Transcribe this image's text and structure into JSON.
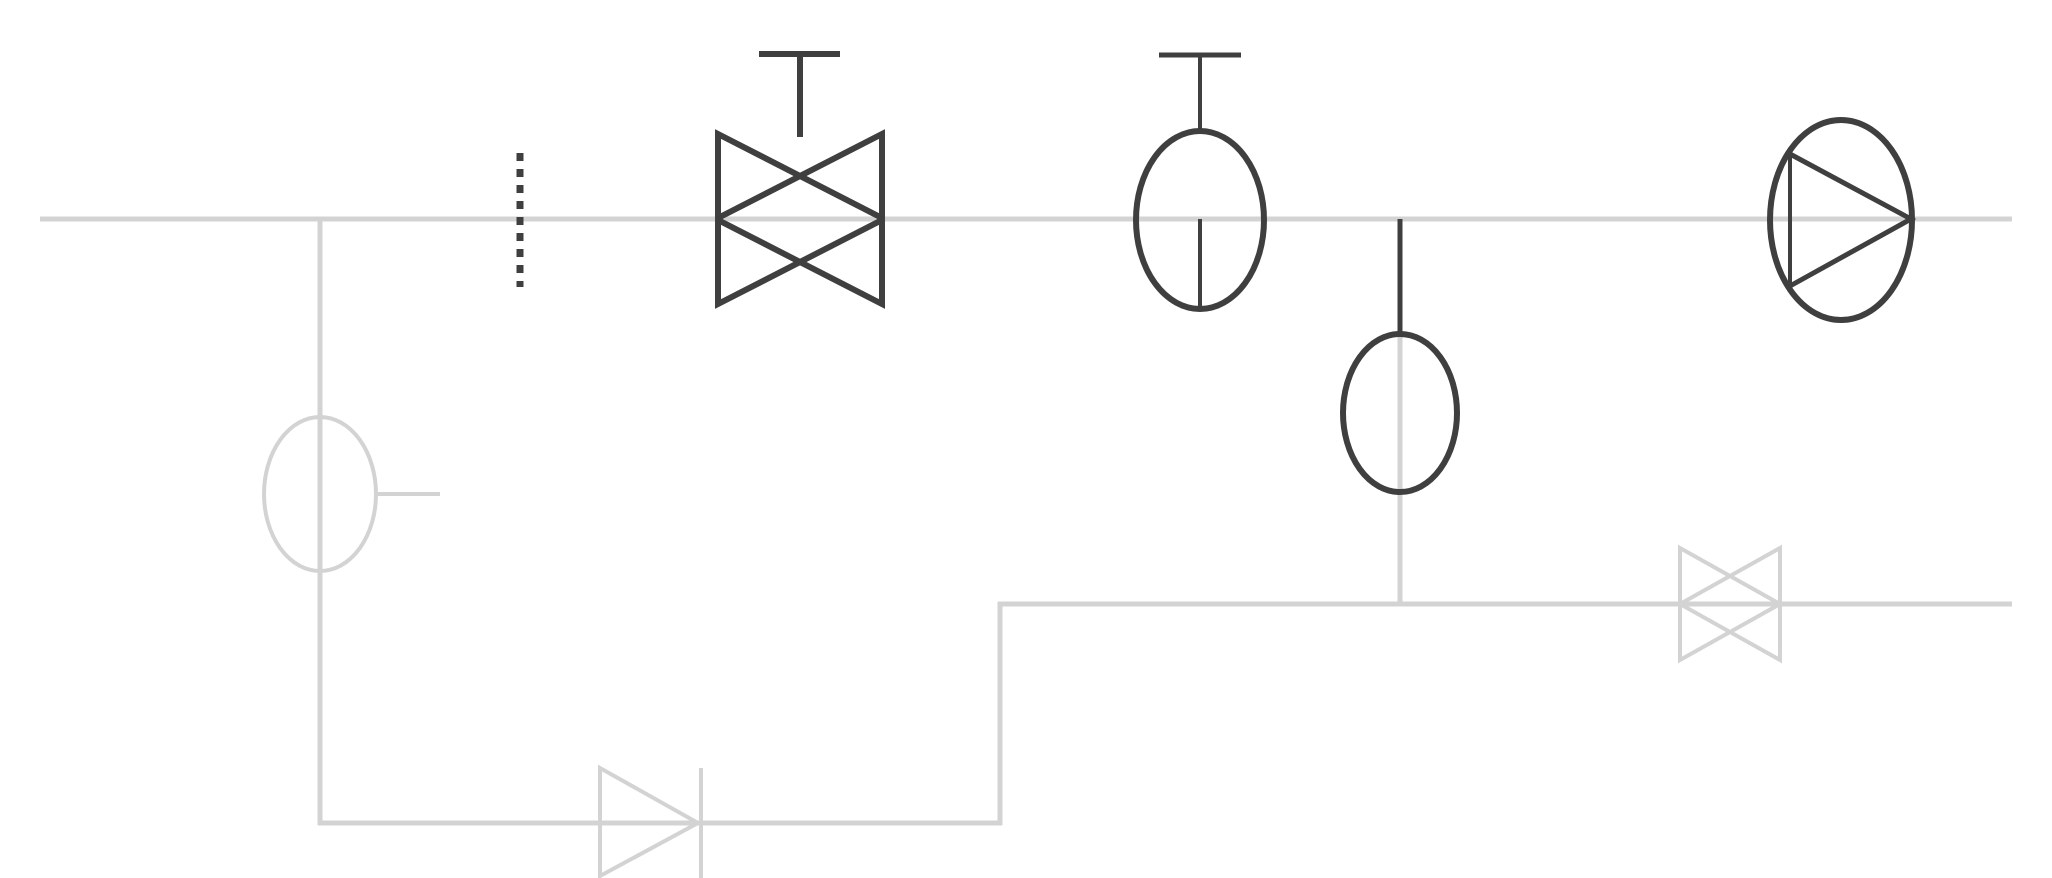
{
  "diagram": {
    "type": "piping-schematic",
    "colors": {
      "background": "#ffffff",
      "pipe": "#d3d3d3",
      "active_symbol": "#3f3f3f",
      "inactive_symbol": "#d3d3d3"
    },
    "symbols": [
      {
        "name": "gate-valve-handwheel",
        "state": "highlighted"
      },
      {
        "name": "diaphragm-valve",
        "state": "highlighted"
      },
      {
        "name": "inline-flowmeter",
        "state": "highlighted"
      },
      {
        "name": "pump",
        "state": "highlighted"
      },
      {
        "name": "dashed-separator",
        "state": "highlighted"
      },
      {
        "name": "sensor-ellipse",
        "state": "faded"
      },
      {
        "name": "check-valve",
        "state": "faded"
      },
      {
        "name": "gate-valve-lower",
        "state": "faded"
      }
    ]
  }
}
